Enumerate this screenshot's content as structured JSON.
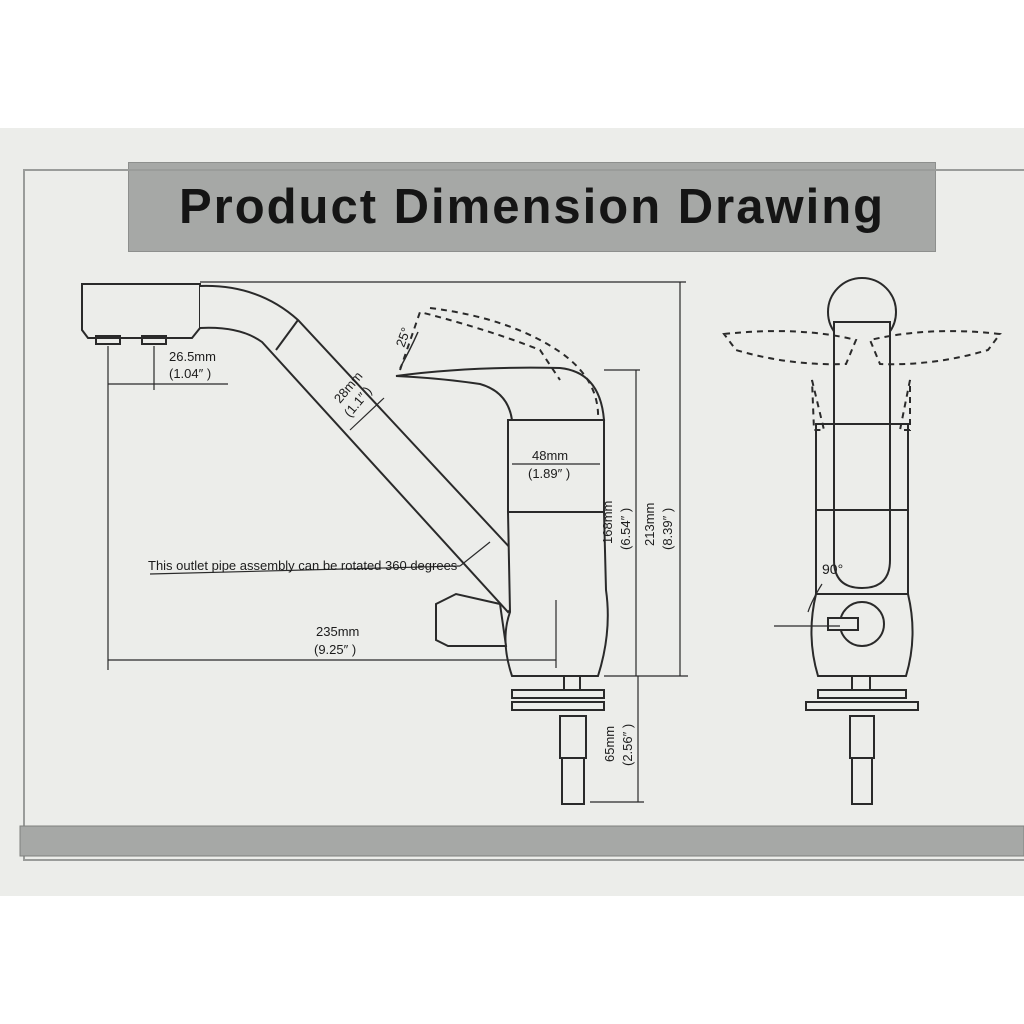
{
  "title": "Product Dimension Drawing",
  "labels": {
    "spout_offset_mm": "26.5mm",
    "spout_offset_in": "(1.04″ )",
    "spout_dia_mm": "28mm",
    "spout_dia_in": "(1.1″ )",
    "lever_angle": "25°",
    "body_dia_mm": "48mm",
    "body_dia_in": "(1.89″ )",
    "body_height_mm": "168mm",
    "body_height_in": "(6.54″ )",
    "total_height_mm": "213mm",
    "total_height_in": "(8.39″ )",
    "reach_mm": "235mm",
    "reach_in": "(9.25″ )",
    "shank_mm": "65mm",
    "shank_in": "(2.56″ )",
    "rotation_note": "This outlet pipe assembly can be rotated 360 degrees",
    "valve_angle": "90°"
  },
  "colors": {
    "paper": "#ecedea",
    "title_bar": "#a6a8a6",
    "footer_bar": "#a6a8a6",
    "line": "#2a2a2a"
  }
}
